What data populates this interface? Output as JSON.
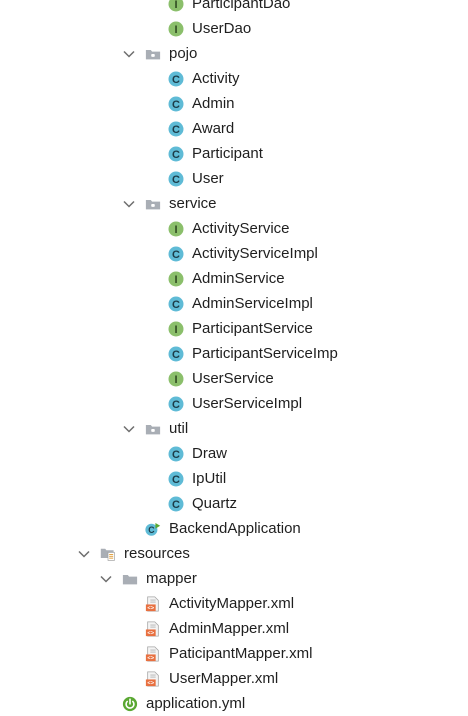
{
  "tree": {
    "items": [
      {
        "label": "ParticipantDao",
        "icon": "interface-icon",
        "expand": "none",
        "level": 3
      },
      {
        "label": "UserDao",
        "icon": "interface-icon",
        "expand": "none",
        "level": 3
      },
      {
        "label": "pojo",
        "icon": "package-icon",
        "expand": "expanded",
        "level": 2
      },
      {
        "label": "Activity",
        "icon": "class-icon",
        "expand": "none",
        "level": 3
      },
      {
        "label": "Admin",
        "icon": "class-icon",
        "expand": "none",
        "level": 3
      },
      {
        "label": "Award",
        "icon": "class-icon",
        "expand": "none",
        "level": 3
      },
      {
        "label": "Participant",
        "icon": "class-icon",
        "expand": "none",
        "level": 3
      },
      {
        "label": "User",
        "icon": "class-icon",
        "expand": "none",
        "level": 3
      },
      {
        "label": "service",
        "icon": "package-icon",
        "expand": "expanded",
        "level": 2
      },
      {
        "label": "ActivityService",
        "icon": "interface-icon",
        "expand": "none",
        "level": 3
      },
      {
        "label": "ActivityServiceImpl",
        "icon": "class-icon",
        "expand": "none",
        "level": 3
      },
      {
        "label": "AdminService",
        "icon": "interface-icon",
        "expand": "none",
        "level": 3
      },
      {
        "label": "AdminServiceImpl",
        "icon": "class-icon",
        "expand": "none",
        "level": 3
      },
      {
        "label": "ParticipantService",
        "icon": "interface-icon",
        "expand": "none",
        "level": 3
      },
      {
        "label": "ParticipantServiceImp",
        "icon": "class-icon",
        "expand": "none",
        "level": 3
      },
      {
        "label": "UserService",
        "icon": "interface-icon",
        "expand": "none",
        "level": 3
      },
      {
        "label": "UserServiceImpl",
        "icon": "class-icon",
        "expand": "none",
        "level": 3
      },
      {
        "label": "util",
        "icon": "package-icon",
        "expand": "expanded",
        "level": 2
      },
      {
        "label": "Draw",
        "icon": "class-icon",
        "expand": "none",
        "level": 3
      },
      {
        "label": "IpUtil",
        "icon": "class-icon",
        "expand": "none",
        "level": 3
      },
      {
        "label": "Quartz",
        "icon": "class-icon",
        "expand": "none",
        "level": 3
      },
      {
        "label": "BackendApplication",
        "icon": "spring-boot-class-icon",
        "expand": "none",
        "level": 2
      },
      {
        "label": "resources",
        "icon": "resources-folder-icon",
        "expand": "expanded",
        "level": 0
      },
      {
        "label": "mapper",
        "icon": "folder-icon",
        "expand": "expanded",
        "level": 1
      },
      {
        "label": "ActivityMapper.xml",
        "icon": "xml-file-icon",
        "expand": "none",
        "level": 2
      },
      {
        "label": "AdminMapper.xml",
        "icon": "xml-file-icon",
        "expand": "none",
        "level": 2
      },
      {
        "label": "PaticipantMapper.xml",
        "icon": "xml-file-icon",
        "expand": "none",
        "level": 2
      },
      {
        "label": "UserMapper.xml",
        "icon": "xml-file-icon",
        "expand": "none",
        "level": 2
      },
      {
        "label": "application.yml",
        "icon": "spring-config-icon",
        "expand": "none",
        "level": 1
      }
    ]
  },
  "colors": {
    "class_icon": "#5fbbd6",
    "interface_icon": "#8bbf6b",
    "package_folder": "#a9aeb5",
    "xml_badge": "#e87040",
    "spring_green": "#5aa832",
    "text": "#1f1f1f",
    "chevron": "#6e6e6e"
  }
}
